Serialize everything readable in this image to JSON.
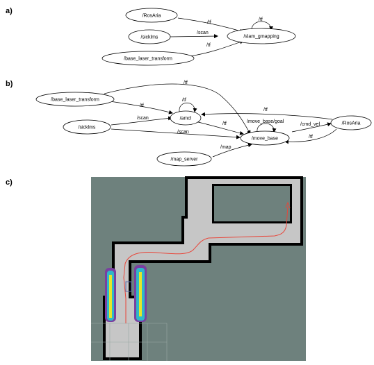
{
  "panels": {
    "a": {
      "label": "a)",
      "nodes": {
        "rosaria": "/RosAria",
        "sicklms": "/sicklms",
        "base_laser_transform": "/base_laser_transform",
        "slam_gmapping": "/slam_gmapping"
      },
      "edges": {
        "rosaria_slam": "/tf",
        "sick_slam": "/scan",
        "base_slam": "/tf",
        "slam_self": "/tf"
      }
    },
    "b": {
      "label": "b)",
      "nodes": {
        "base_laser_transform": "/base_laser_transform",
        "sicklms": "/sicklms",
        "amcl": "/amcl",
        "move_base": "/move_base",
        "rosaria": "/RosAria",
        "map_server": "/map_server"
      },
      "edges": {
        "base_movebase": "/tf",
        "base_amcl": "/tf",
        "amcl_self": "/tf",
        "sick_amcl": "/scan",
        "sick_movebase": "/scan",
        "amcl_movebase": "/tf",
        "movebase_self": "/move_base/goal",
        "rosaria_amcl": "/tf",
        "movebase_rosaria": "/cmd_vel",
        "rosaria_movebase": "/tf",
        "map_movebase": "/map"
      }
    },
    "c": {
      "label": "c)"
    }
  },
  "colors": {
    "map_background": "#6e817d",
    "map_free": "#c6c6c6",
    "map_wall": "#000000",
    "path": "#e8463a",
    "costmap_outer": "#7a3fa0",
    "costmap_mid": "#2fb8c8",
    "costmap_inner": "#e6e62a",
    "grid": "#9aa9a5",
    "robot_box": "#5a6aa8"
  }
}
